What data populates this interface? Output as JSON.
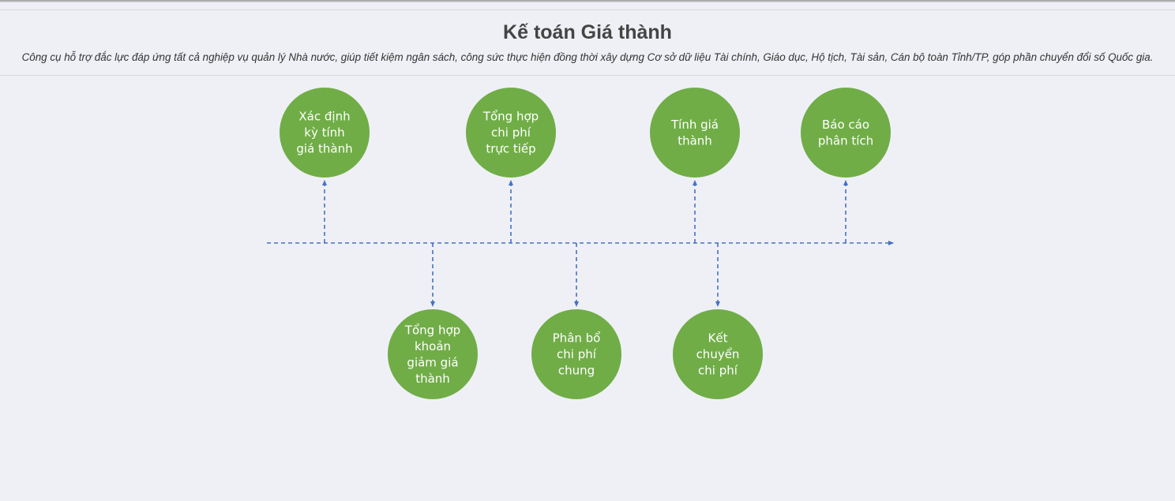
{
  "header": {
    "title": "Kế toán Giá thành",
    "subtitle": "Công cụ hỗ trợ đắc lực đáp ứng tất cả nghiệp vụ quản lý Nhà nước, giúp tiết kiệm ngân sách, công sức thực hiện đồng thời xây dựng Cơ sở dữ liệu Tài chính, Giáo dục, Hộ tịch, Tài sản, Cán bộ toàn Tỉnh/TP, góp phần chuyển đổi số Quốc gia."
  },
  "diagram": {
    "colors": {
      "node_fill": "#70ad47",
      "connector": "#4472c4",
      "label": "#ffffff"
    },
    "top_nodes": [
      {
        "name": "node-xac-dinh-ky-tinh-gia-thanh",
        "lines": [
          "Xác định",
          "kỳ tính",
          "giá thành"
        ]
      },
      {
        "name": "node-tong-hop-chi-phi-truc-tiep",
        "lines": [
          "Tổng hợp",
          "chi phí",
          "trực tiếp"
        ]
      },
      {
        "name": "node-tinh-gia-thanh",
        "lines": [
          "Tính giá",
          "thành"
        ]
      },
      {
        "name": "node-bao-cao-phan-tich",
        "lines": [
          "Báo cáo",
          "phân tích"
        ]
      }
    ],
    "bottom_nodes": [
      {
        "name": "node-tong-hop-khoan-giam-gia-thanh",
        "lines": [
          "Tổng hợp",
          "khoản",
          "giảm giá",
          "thành"
        ]
      },
      {
        "name": "node-phan-bo-chi-phi-chung",
        "lines": [
          "Phân bổ",
          "chi phí",
          "chung"
        ]
      },
      {
        "name": "node-ket-chuyen-chi-phi",
        "lines": [
          "Kết",
          "chuyển",
          "chi phí"
        ]
      }
    ]
  }
}
